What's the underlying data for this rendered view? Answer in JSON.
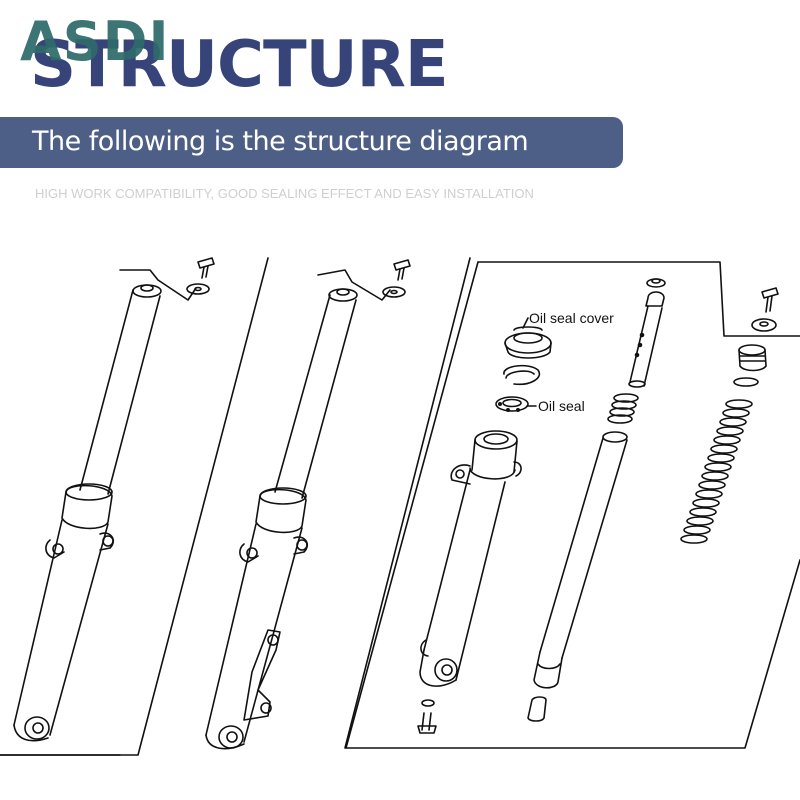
{
  "header": {
    "watermark": "ASDI",
    "title": "STRUCTURE",
    "banner_text": "The following is the structure diagram",
    "subtitle": "HIGH WORK COMPATIBILITY, GOOD SEALING EFFECT AND EASY INSTALLATION"
  },
  "diagram": {
    "labels": {
      "oil_seal_cover": "Oil seal cover",
      "oil_seal": "Oil seal"
    }
  },
  "colors": {
    "brand_blue": "#36447a",
    "banner": "#4d5f87",
    "watermark": "#2f6b6a",
    "subtitle": "#cfcfcf",
    "line": "#111111"
  }
}
